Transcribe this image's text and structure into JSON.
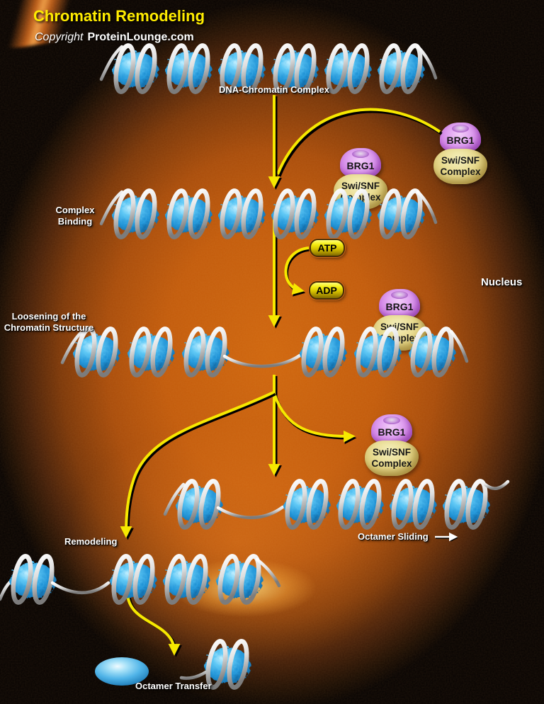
{
  "title": "Chromatin Remodeling",
  "copyright": {
    "prefix": "Copyright",
    "brand": "ProteinLounge.com"
  },
  "labels": {
    "dna_chromatin_complex": "DNA-Chromatin Complex",
    "complex_binding_line1": "Complex",
    "complex_binding_line2": "Binding",
    "nucleus": "Nucleus",
    "loosening_line1": "Loosening of the",
    "loosening_line2": "Chromatin Structure",
    "remodeling": "Remodeling",
    "octamer_sliding": "Octamer Sliding",
    "octamer_transfer": "Octamer Transfer"
  },
  "molecules": {
    "brg1": "BRG1",
    "swisnf_line1": "Swi/SNF",
    "swisnf_line2": "Complex",
    "atp": "ATP",
    "adp": "ADP"
  },
  "colors": {
    "background_orange": "#c35c0d",
    "title_yellow": "#ffec00",
    "arrow_yellow": "#f6e800",
    "nucleosome_blue": "#2fa7e8",
    "dna_ribbon_gray": "#d8d8d8",
    "brg1_purple": "#cd7be2",
    "swisnf_tan": "#e9dc92",
    "atp_pill_yellow": "#f4ec12"
  }
}
